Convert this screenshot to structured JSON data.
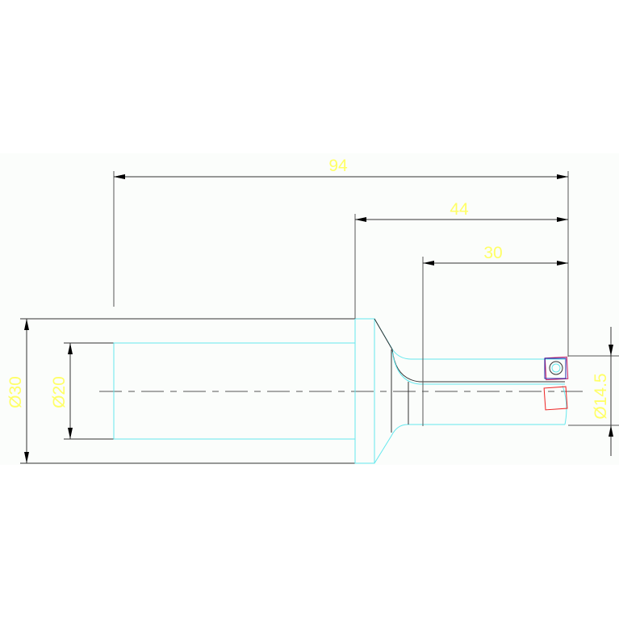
{
  "drawing": {
    "dimensions": {
      "overall_length": "94",
      "neck_length": "44",
      "tip_length": "30",
      "outer_diameter": "Ø30",
      "bore_diameter": "Ø20",
      "tip_diameter": "Ø14.5"
    },
    "colors": {
      "background": "#fbfdfb",
      "outline": "#000000",
      "hidden": "#00e5ee",
      "dimension_text": "#ffff66",
      "insert": "#ee2222"
    }
  }
}
